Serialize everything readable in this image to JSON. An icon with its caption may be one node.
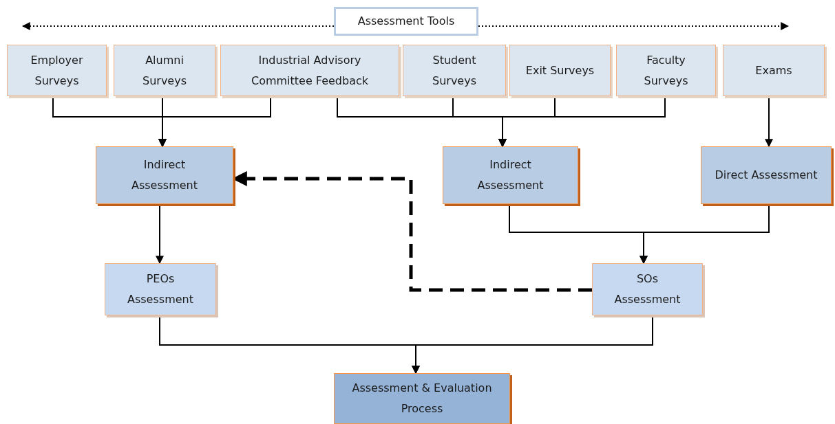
{
  "diagram": {
    "nodes": [
      {
        "text": [
          "Assessment Tools"
        ]
      },
      {
        "text": [
          "Employer Surveys"
        ]
      },
      {
        "text": [
          "Alumni Surveys"
        ]
      },
      {
        "text": [
          "Industrial Advisory Committee Feedback"
        ]
      },
      {
        "text": [
          "Student Surveys"
        ]
      },
      {
        "text": [
          "Exit Surveys"
        ]
      },
      {
        "text": [
          "Faculty Surveys"
        ]
      },
      {
        "text": [
          "Exams"
        ]
      },
      {
        "text": [
          "Indirect Assessment"
        ]
      },
      {
        "text": [
          "Indirect Assessment"
        ]
      },
      {
        "text": [
          "Direct Assessment"
        ]
      },
      {
        "text": [
          "PEOs Assessment"
        ]
      },
      {
        "text": [
          "SOs Assessment"
        ]
      },
      {
        "text": [
          "Assessment & Evaluation Process"
        ]
      }
    ],
    "edges": [
      {
        "from": 1,
        "to": 8,
        "arrow": "to"
      },
      {
        "from": 2,
        "to": 8,
        "arrow": "to"
      },
      {
        "from": 3,
        "to": 8,
        "arrow": "to"
      },
      {
        "from": 3,
        "to": 9,
        "arrow": "to"
      },
      {
        "from": 4,
        "to": 9,
        "arrow": "to"
      },
      {
        "from": 5,
        "to": 9,
        "arrow": "to"
      },
      {
        "from": 6,
        "to": 9,
        "arrow": "to"
      },
      {
        "from": 7,
        "to": 10,
        "arrow": "to"
      },
      {
        "from": 8,
        "to": 11,
        "arrow": "to"
      },
      {
        "from": 9,
        "to": 12,
        "arrow": "to"
      },
      {
        "from": 10,
        "to": 12,
        "arrow": "to"
      },
      {
        "from": 11,
        "to": 13,
        "arrow": "to"
      },
      {
        "from": 12,
        "to": 13,
        "arrow": "to"
      },
      {
        "from": 12,
        "to": 8,
        "arrow": "to",
        "style": "dashed"
      }
    ]
  }
}
